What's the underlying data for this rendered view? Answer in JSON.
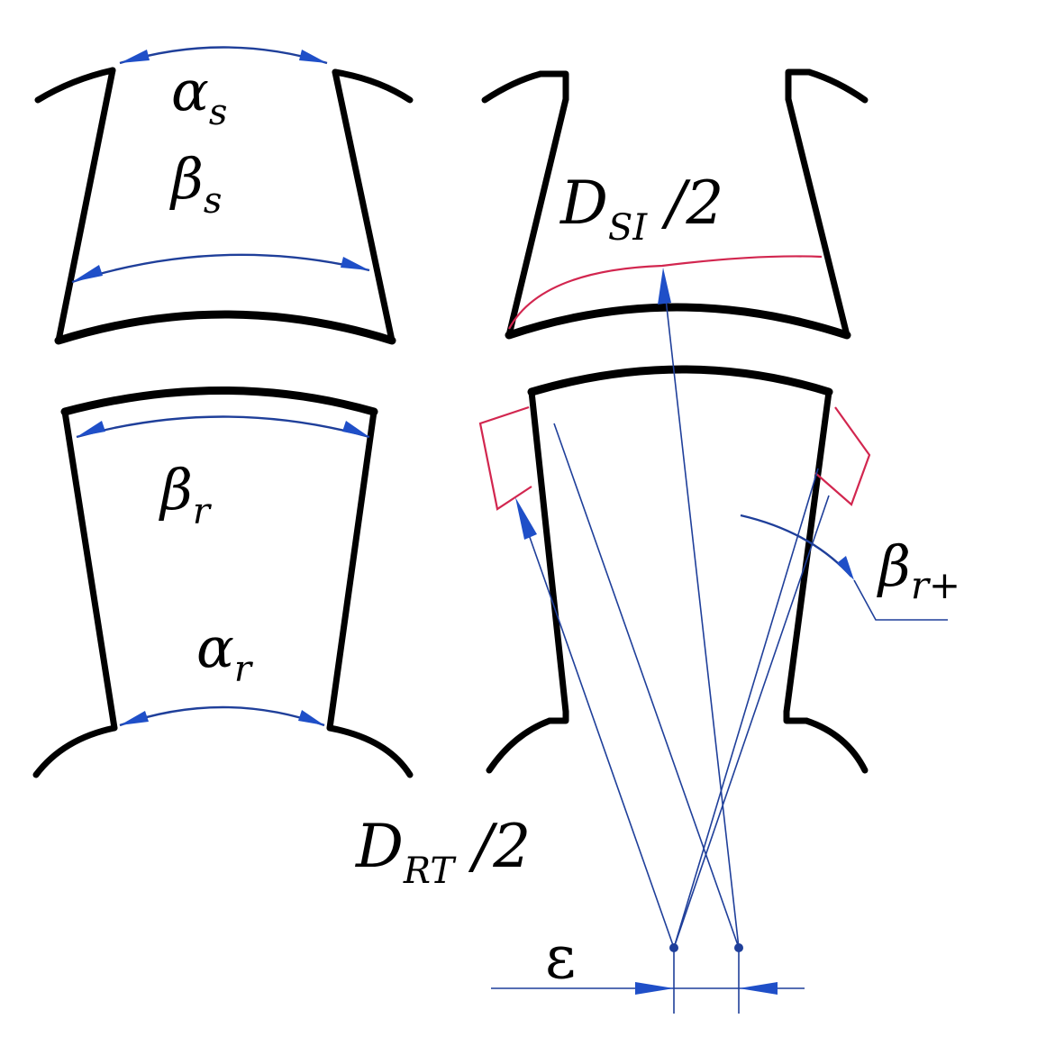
{
  "labels": {
    "alpha_s": {
      "main": "α",
      "sub": "s"
    },
    "beta_s": {
      "main": "β",
      "sub": "s"
    },
    "beta_r": {
      "main": "β",
      "sub": "r"
    },
    "alpha_r": {
      "main": "α",
      "sub": "r"
    },
    "d_si": {
      "main": "D",
      "sub": "SI",
      "suffix": " /2"
    },
    "d_rt": {
      "main": "D",
      "sub": "RT",
      "suffix": " /2"
    },
    "beta_r_plus": {
      "main": "β",
      "sub": "r+"
    },
    "epsilon": {
      "main": "ε"
    }
  },
  "colors": {
    "outline": "#000000",
    "dimension": "#1f3f9a",
    "arrowhead": "#1f4fc8",
    "extended_region": "#d2264f"
  }
}
